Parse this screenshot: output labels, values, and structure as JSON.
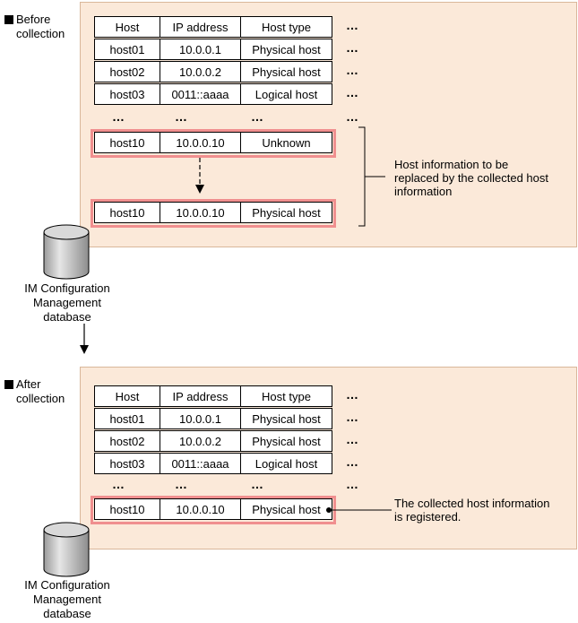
{
  "before": {
    "section_label": [
      "Before",
      "collection"
    ],
    "headers": [
      "Host",
      "IP address",
      "Host type"
    ],
    "rows": [
      [
        "host01",
        "10.0.0.1",
        "Physical host"
      ],
      [
        "host02",
        "10.0.0.2",
        "Physical host"
      ],
      [
        "host03",
        "0011::aaaa",
        "Logical host"
      ]
    ],
    "old_row": [
      "host10",
      "10.0.0.10",
      "Unknown"
    ],
    "new_row": [
      "host10",
      "10.0.0.10",
      "Physical host"
    ],
    "note": [
      "Host information to be",
      "replaced by the collected host",
      "information"
    ]
  },
  "after": {
    "section_label": [
      "After",
      "collection"
    ],
    "headers": [
      "Host",
      "IP address",
      "Host type"
    ],
    "rows": [
      [
        "host01",
        "10.0.0.1",
        "Physical host"
      ],
      [
        "host02",
        "10.0.0.2",
        "Physical host"
      ],
      [
        "host03",
        "0011::aaaa",
        "Logical host"
      ]
    ],
    "final_row": [
      "host10",
      "10.0.0.10",
      "Physical host"
    ],
    "note": [
      "The collected host information",
      "is registered."
    ]
  },
  "database_label": [
    "IM Configuration",
    "Management",
    "database"
  ],
  "ellipsis": "…"
}
